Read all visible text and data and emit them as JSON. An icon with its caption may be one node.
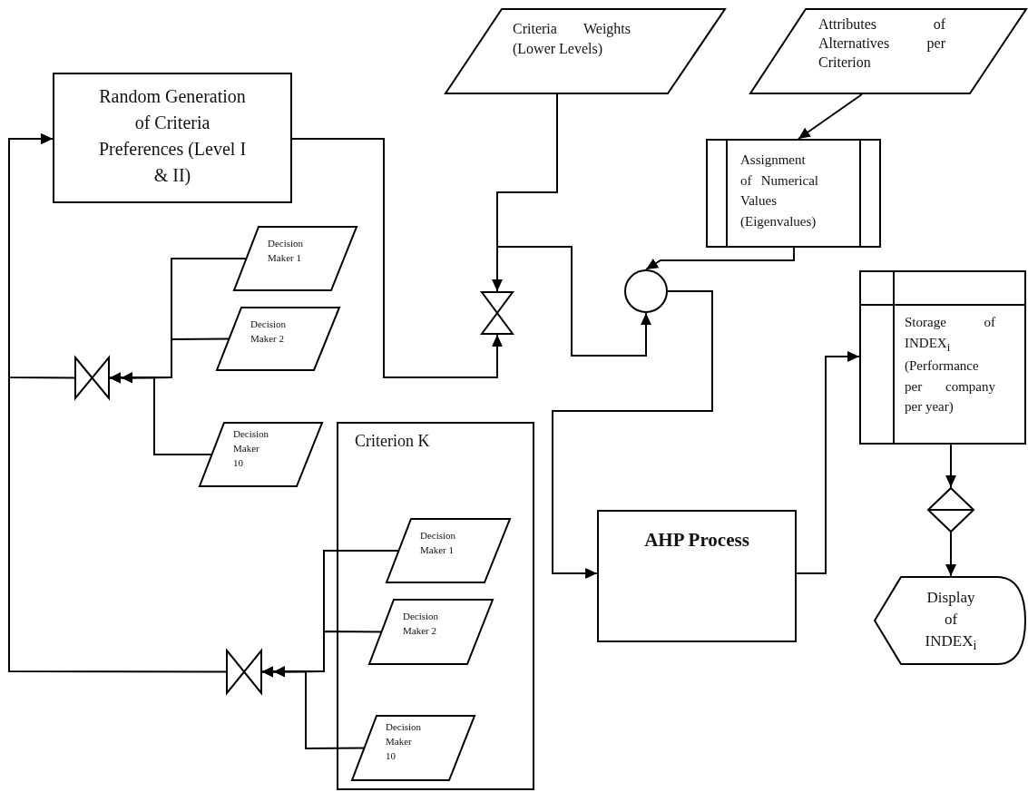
{
  "diagram": {
    "nodes": [
      {
        "text": [
          "Random Generation of Criteria Preferences (Level I & II)"
        ]
      },
      {
        "text": [
          "Criteria Weights (Lower Levels)"
        ]
      },
      {
        "text": [
          "Attributes of Alternatives per Criterion"
        ]
      },
      {
        "text": [
          "Assignment of Numerical Values (Eigenvalues)"
        ]
      },
      {
        "text": [],
        "shape": "circle"
      },
      {
        "text": [],
        "shape": "hourglass"
      },
      {
        "text": [
          "Storage of INDEX$_{i}$ (Performance per company per year)"
        ]
      },
      {
        "text": [],
        "shape": "diamond"
      },
      {
        "text": [
          "Display of INDEX$_{i}$"
        ]
      },
      {
        "text": [
          "AHP Process"
        ]
      },
      {
        "text": [
          "Decision Maker 1"
        ]
      },
      {
        "text": [
          "Decision Maker 2"
        ]
      },
      {
        "text": [
          "Decision Maker 10"
        ]
      },
      {
        "text": [],
        "shape": "bowtie"
      },
      {
        "text": [
          "Criterion K"
        ]
      },
      {
        "text": [
          "Decision Maker 1"
        ],
        "in": 14
      },
      {
        "text": [
          "Decision Maker 2"
        ],
        "in": 14
      },
      {
        "text": [
          "Decision Maker 10"
        ],
        "in": 14
      },
      {
        "text": [],
        "shape": "bowtie"
      }
    ],
    "edges": [
      {
        "from": 13,
        "to": 0,
        "arrow": "to"
      },
      {
        "from": 18,
        "to": 0,
        "arrow": "to"
      },
      {
        "from": 10,
        "to": 13,
        "arrow": "to"
      },
      {
        "from": 11,
        "to": 13,
        "arrow": "to"
      },
      {
        "from": 12,
        "to": 13,
        "arrow": "to"
      },
      {
        "from": 15,
        "to": 18,
        "arrow": "to"
      },
      {
        "from": 16,
        "to": 18,
        "arrow": "to"
      },
      {
        "from": 17,
        "to": 18,
        "arrow": "to"
      },
      {
        "from": 0,
        "to": 5,
        "arrow": "to"
      },
      {
        "from": 1,
        "to": 5,
        "arrow": "to"
      },
      {
        "from": 1,
        "to": 4,
        "arrow": "to"
      },
      {
        "from": 3,
        "to": 4,
        "arrow": "to"
      },
      {
        "from": 2,
        "to": 3,
        "arrow": "to"
      },
      {
        "from": 4,
        "to": 9,
        "arrow": "to"
      },
      {
        "from": 9,
        "to": 6,
        "arrow": "to"
      },
      {
        "from": 6,
        "to": 7,
        "arrow": "to"
      },
      {
        "from": 7,
        "to": 8,
        "arrow": "to"
      }
    ]
  }
}
